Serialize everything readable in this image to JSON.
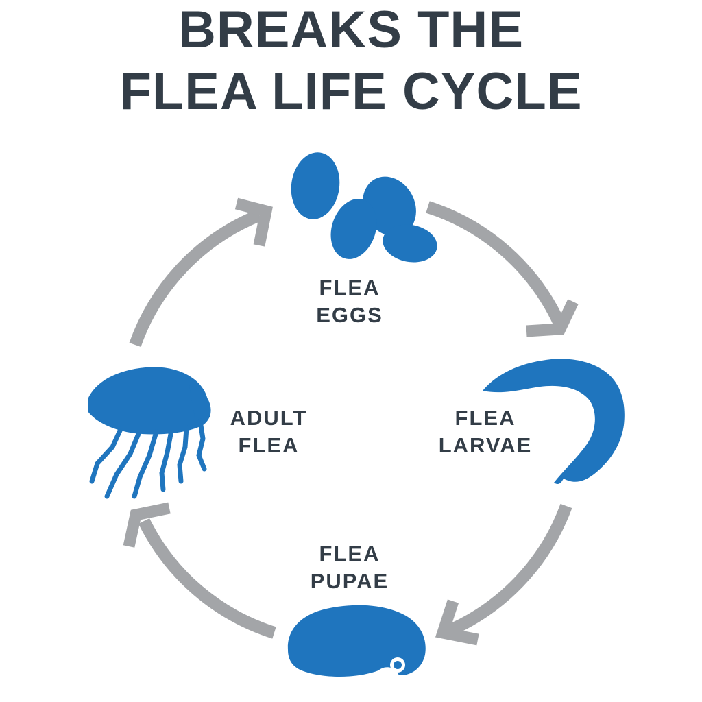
{
  "title": {
    "line1": "BREAKS THE",
    "line2": "FLEA LIFE CYCLE"
  },
  "stages": {
    "eggs": {
      "line1": "FLEA",
      "line2": "EGGS",
      "icon": "flea-eggs-icon"
    },
    "larvae": {
      "line1": "FLEA",
      "line2": "LARVAE",
      "icon": "flea-larva-icon"
    },
    "pupae": {
      "line1": "FLEA",
      "line2": "PUPAE",
      "icon": "flea-pupa-icon"
    },
    "adult": {
      "line1": "ADULT",
      "line2": "FLEA",
      "icon": "adult-flea-icon"
    }
  },
  "colors": {
    "text": "#333d47",
    "icon": "#1f75be",
    "arrow": "#a3a5a8"
  }
}
